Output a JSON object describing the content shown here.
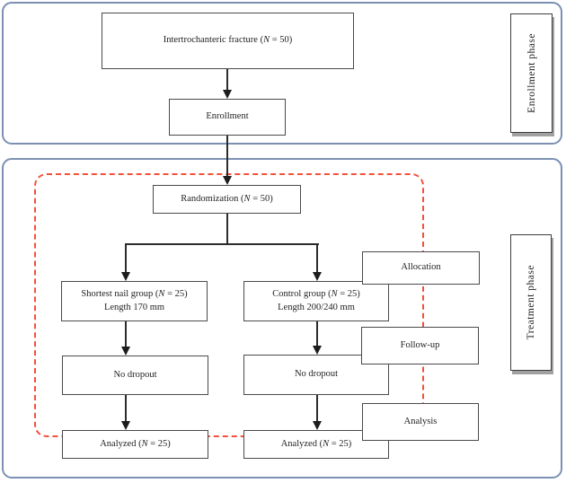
{
  "diagram": {
    "type": "consort-flow-diagram",
    "colors": {
      "section_border": "#7b90b2",
      "dashed_outline": "#f4503c",
      "box_border": "#4a4a4a",
      "connector": "#2c2c2c",
      "label_shadow": "#919191",
      "background": "#ffffff"
    },
    "phases": {
      "enrollment": {
        "label": "Enrollment phase"
      },
      "treatment": {
        "label": "Treatment phase"
      }
    },
    "nodes": {
      "fracture": {
        "pre": "Intertrochanteric fracture (",
        "n": "N",
        "post": " = 50)"
      },
      "enrollment": {
        "label": "Enrollment"
      },
      "randomization": {
        "pre": "Randomization (",
        "n": "N",
        "post": " = 50)"
      },
      "shortest_group": {
        "pre": "Shortest nail group (",
        "n": "N",
        "post": " = 25)",
        "line2": "Length 170 mm"
      },
      "control_group": {
        "pre": "Control group (",
        "n": "N",
        "post": " = 25)",
        "line2": "Length 200/240 mm"
      },
      "allocation": {
        "label": "Allocation"
      },
      "followup": {
        "label": "Follow-up"
      },
      "analysis": {
        "label": "Analysis"
      },
      "no_dropout_left": {
        "label": "No dropout"
      },
      "no_dropout_right": {
        "label": "No dropout"
      },
      "analyzed_left": {
        "pre": "Analyzed (",
        "n": "N",
        "post": " = 25)"
      },
      "analyzed_right": {
        "pre": "Analyzed (",
        "n": "N",
        "post": " = 25)"
      }
    }
  }
}
